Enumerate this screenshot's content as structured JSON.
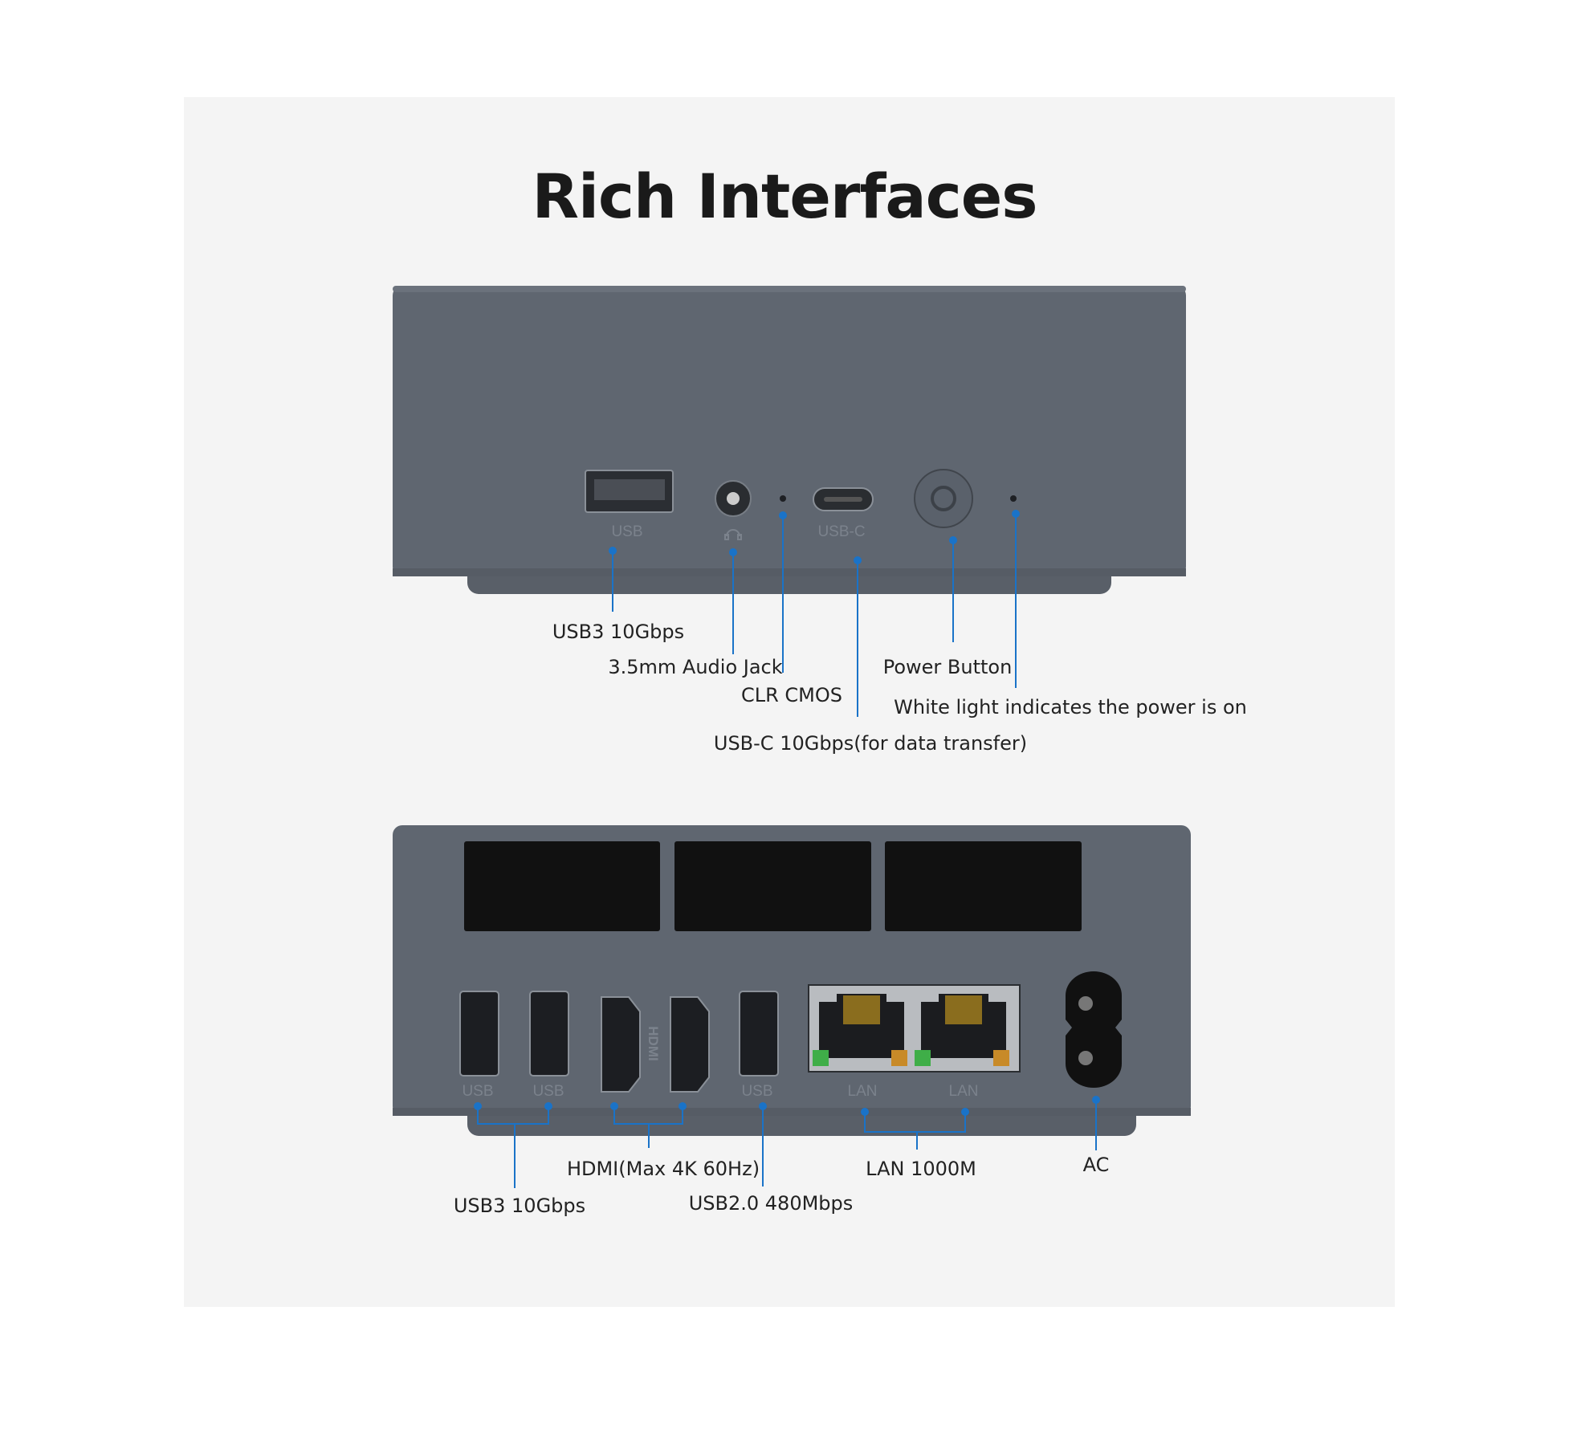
{
  "title": "Rich Interfaces",
  "front": {
    "port_marks": {
      "usb": "USB",
      "usbc": "USB-C"
    },
    "callouts": {
      "usb3": "USB3 10Gbps",
      "audio": "3.5mm Audio Jack",
      "clr": "CLR CMOS",
      "usbc": "USB-C 10Gbps(for data transfer)",
      "power": "Power Button",
      "led": "White light indicates the power is on"
    }
  },
  "rear": {
    "port_marks": {
      "usb1": "USB",
      "usb2": "USB",
      "hdmi": "HDMI",
      "usb3": "USB",
      "lan1": "LAN",
      "lan2": "LAN"
    },
    "callouts": {
      "usb3": "USB3 10Gbps",
      "hdmi": "HDMI(Max 4K 60Hz)",
      "usb2": "USB2.0 480Mbps",
      "lan": "LAN 1000M",
      "ac": "AC"
    }
  },
  "colors": {
    "accent": "#1a73c8",
    "device": "#5f6670",
    "background": "#f4f4f4"
  }
}
